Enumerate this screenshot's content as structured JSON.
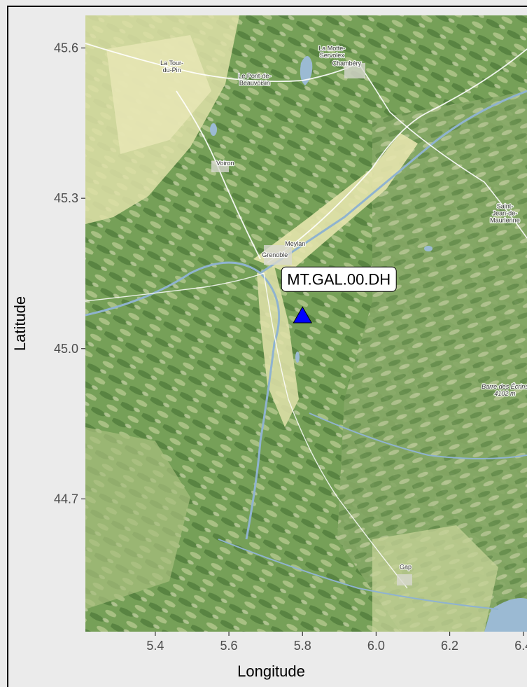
{
  "map": {
    "x_axis": {
      "title": "Longitude",
      "range": [
        5.21,
        6.41
      ],
      "ticks": [
        {
          "value": 5.4,
          "label": "5.4"
        },
        {
          "value": 5.6,
          "label": "5.6"
        },
        {
          "value": 5.8,
          "label": "5.8"
        },
        {
          "value": 6.0,
          "label": "6.0"
        },
        {
          "value": 6.2,
          "label": "6.2"
        },
        {
          "value": 6.4,
          "label": "6.4"
        }
      ]
    },
    "y_axis": {
      "title": "Latitude",
      "range": [
        44.435,
        45.665
      ],
      "ticks": [
        {
          "value": 45.6,
          "label": "45.6"
        },
        {
          "value": 45.3,
          "label": "45.3"
        },
        {
          "value": 45.0,
          "label": "45.0"
        },
        {
          "value": 44.7,
          "label": "44.7"
        }
      ]
    },
    "station": {
      "label": "MT.GAL.00.DH",
      "lon": 5.8,
      "lat": 45.065,
      "marker": "triangle",
      "color": "#0000ff"
    },
    "places": [
      {
        "name": "La Tour-",
        "name2": "du-Pin",
        "lon": 5.445,
        "lat": 45.566
      },
      {
        "name": "Le Pont-de-",
        "name2": "Beauvoisin",
        "lon": 5.67,
        "lat": 45.54
      },
      {
        "name": "La Motte-",
        "name2": "Servolex",
        "lon": 5.88,
        "lat": 45.595
      },
      {
        "name": "Chambéry",
        "name2": "",
        "lon": 5.92,
        "lat": 45.565
      },
      {
        "name": "Voiron",
        "name2": "",
        "lon": 5.59,
        "lat": 45.366
      },
      {
        "name": "Saint-",
        "name2": "Jean-de-",
        "name3": "Maurienne",
        "lon": 6.35,
        "lat": 45.28
      },
      {
        "name": "Meylan",
        "name2": "",
        "lon": 5.78,
        "lat": 45.205
      },
      {
        "name": "Grenoble",
        "name2": "",
        "lon": 5.725,
        "lat": 45.183
      },
      {
        "name": "Barre des Écrins",
        "name2": "4102 m",
        "lon": 6.35,
        "lat": 44.92,
        "italic": true
      },
      {
        "name": "Gap",
        "name2": "",
        "lon": 6.08,
        "lat": 44.56
      }
    ],
    "colors": {
      "panel_bg": "#ebebeb",
      "valley": "#e4e5b2",
      "forest": "#7da05c",
      "dark_forest": "#557a40",
      "water": "#9bbad3",
      "road": "#ffffff",
      "tick": "#333333"
    }
  }
}
